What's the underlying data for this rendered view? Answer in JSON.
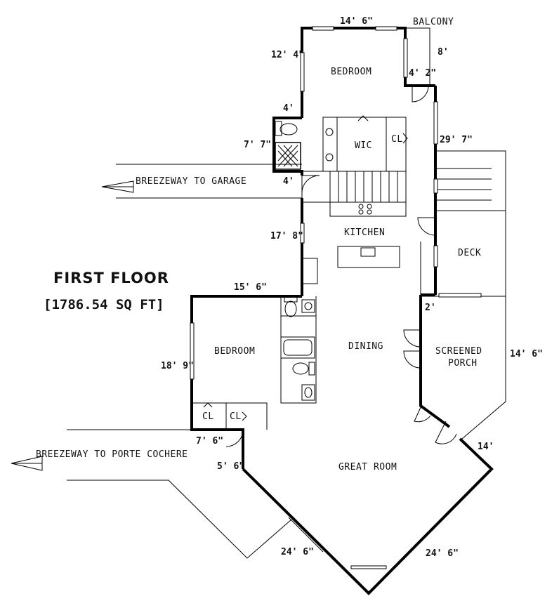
{
  "title": {
    "floor": "FIRST FLOOR",
    "area": "[1786.54 SQ FT]"
  },
  "rooms": {
    "bedroom_upper": "BEDROOM",
    "balcony": "BALCONY",
    "wic": "WIC",
    "cl_upper": "CL",
    "kitchen": "KITCHEN",
    "deck": "DECK",
    "bedroom_lower": "BEDROOM",
    "dining": "DINING",
    "screened_porch_1": "SCREENED",
    "screened_porch_2": "PORCH",
    "cl_lower_1": "CL",
    "cl_lower_2": "CL",
    "great_room": "GREAT ROOM"
  },
  "breezeways": {
    "garage": "BREEZEWAY TO GARAGE",
    "porte_cochere": "BREEZEWAY TO PORTE COCHERE"
  },
  "dimensions": {
    "bedroom_top_width": "14' 6\"",
    "bedroom_left": "12' 4\"",
    "balcony_depth": "8'",
    "balcony_door": "4' 2\"",
    "bath_top": "4'",
    "bath_left": "7' 7\"",
    "right_side": "29' 7\"",
    "breezeway_gap": "4'",
    "kitchen_left": "17' 8\"",
    "bedroom_lower_top": "15' 6\"",
    "bedroom_lower_left": "18' 9\"",
    "porch_gap": "2'",
    "porch_right": "14' 6\"",
    "great_room_right_top": "14'",
    "lower_left_step": "7' 6\"",
    "lower_left_step2": "5' 6\"",
    "great_room_bottom_left": "24' 6\"",
    "great_room_bottom_right": "24' 6\""
  }
}
